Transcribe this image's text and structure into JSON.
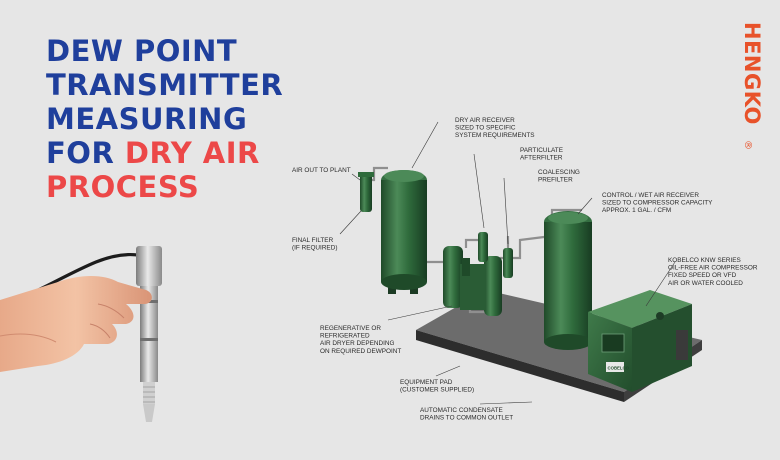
{
  "headline": {
    "line1": "DEW POINT",
    "line2": "TRANSMITTER",
    "line3": "MEASURING",
    "line4_prefix": "FOR ",
    "line4_highlight": "DRY AIR",
    "line5": "PROCESS"
  },
  "brand": {
    "logo_text": "HENGKO",
    "mark": "®"
  },
  "diagram_labels": {
    "dry_air_receiver": [
      "DRY AIR RECEIVER",
      "SIZED TO SPECIFIC",
      "SYSTEM REQUIREMENTS"
    ],
    "particulate_afterfilter": [
      "PARTICULATE",
      "AFTERFILTER"
    ],
    "coalescing_prefilter": [
      "COALESCING",
      "PREFILTER"
    ],
    "control_wet_air_receiver": [
      "CONTROL / WET AIR RECEIVER",
      "SIZED TO COMPRESSOR CAPACITY",
      "APPROX. 1 GAL. / CFM"
    ],
    "air_out": [
      "AIR OUT TO PLANT"
    ],
    "final_filter": [
      "FINAL FILTER",
      "(IF REQUIRED)"
    ],
    "kobelco": [
      "KOBELCO KNW SERIES",
      "OIL-FREE AIR COMPRESSOR",
      "FIXED SPEED OR VFD",
      "AIR OR WATER COOLED"
    ],
    "dryer": [
      "REGENERATIVE OR",
      "REFRIGERATED",
      "AIR DRYER DEPENDING",
      "ON REQUIRED DEWPOINT"
    ],
    "equipment_pad": [
      "EQUIPMENT PAD",
      "(CUSTOMER SUPPLIED)"
    ],
    "condensate": [
      "AUTOMATIC CONDENSATE",
      "DRAINS TO COMMON OUTLET"
    ]
  },
  "compressor_badge": "COBELCO",
  "colors": {
    "navy": "#1f3f9c",
    "red": "#ec4848",
    "tank_green": "#2f6b3c",
    "brand_orange": "#e8522a"
  }
}
